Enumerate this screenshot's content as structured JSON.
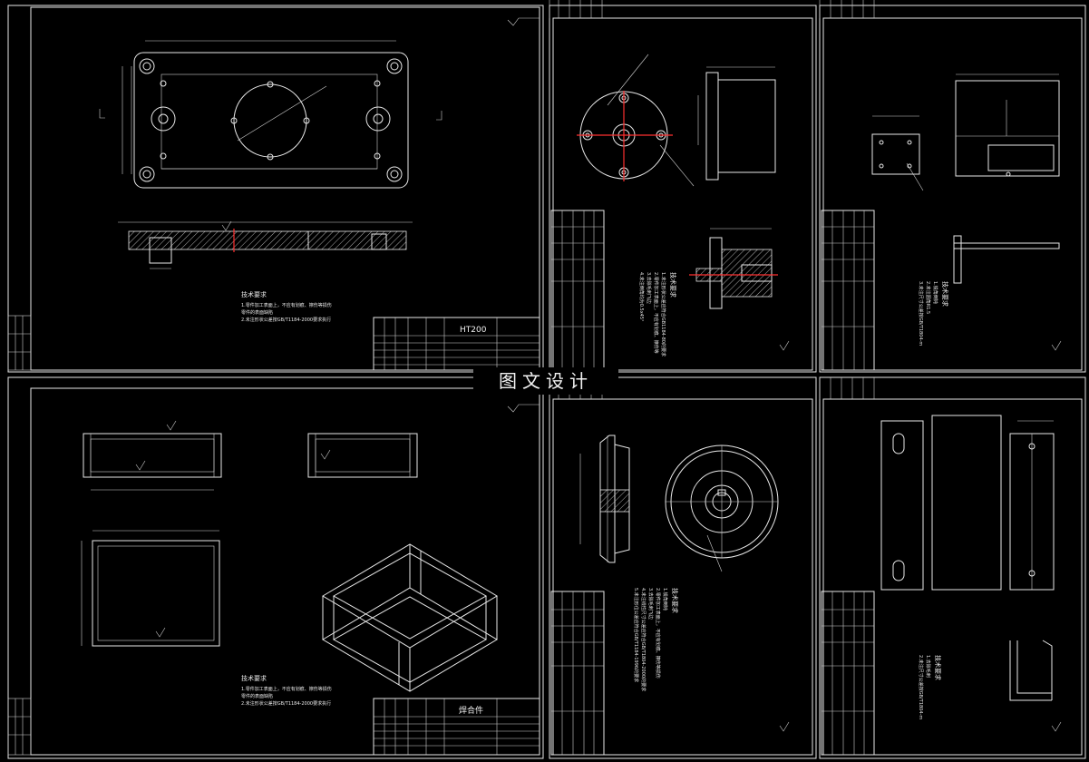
{
  "watermark": "图文设计",
  "sheets": [
    {
      "id": "sheet-1",
      "material": "HT200",
      "notes_heading": "技术要求",
      "notes": [
        "1.零件加工表面上，不应有划痕、擦伤等损伤",
        "零件的表面缺陷",
        "2.未注形状公差按GB/T1184-2000要求执行"
      ]
    },
    {
      "id": "sheet-2",
      "notes_heading": "技术要求",
      "notes": [
        "1.未注形状公差应符合GB1184-80的要求",
        "2.零件加工表面上，不应有划痕、擦伤等",
        "3.去除毛刺飞边",
        "4.未注倒角均为0.5x45°"
      ]
    },
    {
      "id": "sheet-3",
      "notes_heading": "技术要求",
      "notes": [
        "1.锐角倒钝",
        "2.未注圆角R1.5",
        "3.未注尺寸公差按GB/T1804-m"
      ]
    },
    {
      "id": "sheet-4",
      "title": "焊合件",
      "notes_heading": "技术要求",
      "notes": [
        "1.零件加工表面上，不应有划痕、擦伤等损伤",
        "零件的表面缺陷",
        "2.未注形状公差按GB/T1184-2000要求执行"
      ]
    },
    {
      "id": "sheet-5",
      "notes_heading": "技术要求",
      "notes": [
        "1.锐角倒钝",
        "2.零件加工表面上，不应有划痕、擦伤等损伤",
        "3.去除毛刺飞边",
        "4.未注线性尺寸公差应符合GB/T1804-2000的要求",
        "5.未注形位公差应符合GB/T1184-1996的要求"
      ]
    },
    {
      "id": "sheet-6",
      "notes_heading": "技术要求",
      "notes": [
        "1.去除毛刺",
        "2.未注尺寸公差按GB/T1804-m"
      ]
    }
  ]
}
